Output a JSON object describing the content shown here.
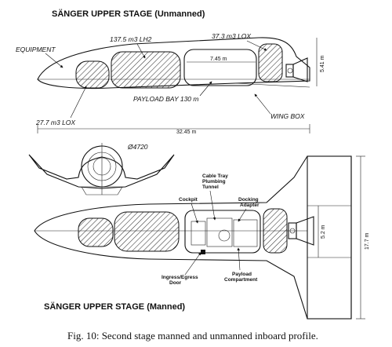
{
  "top": {
    "title": "SÄNGER UPPER STAGE (Unmanned)",
    "equipment_label": "EQUIPMENT",
    "lh2_label": "137.5 m3 LH2",
    "lox_aft_label": "37.3 m3 LOX",
    "bay_length": "7.45 m",
    "height": "5.41 m",
    "payload_bay_label": "PAYLOAD BAY 130 m",
    "lox_fwd_label": "27.7 m3 LOX",
    "wing_box_label": "WING BOX",
    "length": "32.45 m"
  },
  "front_view": {
    "diameter_label": "Ø4720"
  },
  "bottom": {
    "cable_tray_label": "Cable Tray",
    "plumbing_label": "Plumbing",
    "tunnel_label": "Tunnel",
    "cockpit_label": "Cockpit",
    "docking_label": "Docking",
    "adapter_label": "Adapter",
    "ingress_label": "Ingress/Egress",
    "door_label": "Door",
    "payload_label": "Payload",
    "compartment_label": "Compartment",
    "height": "5.2 m",
    "span": "17.7 m",
    "title": "SÄNGER UPPER STAGE (Manned)"
  },
  "caption": "Fig. 10: Second stage manned and unmanned inboard profile."
}
